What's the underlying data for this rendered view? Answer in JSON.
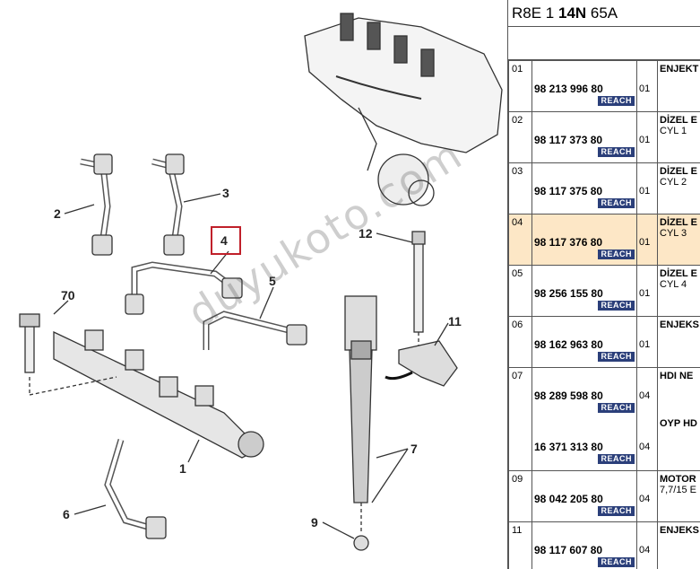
{
  "header": {
    "part1": "R8E 1 ",
    "part2": "14N",
    "part3": " 65A"
  },
  "watermark": "duyukoto.com",
  "diagram_labels": [
    "1",
    "2",
    "3",
    "4",
    "5",
    "6",
    "7",
    "9",
    "11",
    "12",
    "70"
  ],
  "rows": [
    {
      "num": "01",
      "lines": [
        {
          "pn": "98 213 996 80",
          "qty": "01",
          "reach": "REACH"
        }
      ],
      "desc": "ENJEKT",
      "sub": ""
    },
    {
      "num": "02",
      "lines": [
        {
          "pn": "98 117 373 80",
          "qty": "01",
          "reach": "REACH"
        }
      ],
      "desc": "DİZEL E",
      "sub": "CYL 1"
    },
    {
      "num": "03",
      "lines": [
        {
          "pn": "98 117 375 80",
          "qty": "01",
          "reach": "REACH"
        }
      ],
      "desc": "DİZEL E",
      "sub": "CYL 2"
    },
    {
      "num": "04",
      "lines": [
        {
          "pn": "98 117 376 80",
          "qty": "01",
          "reach": "REACH"
        }
      ],
      "desc": "DİZEL E",
      "sub": "CYL 3",
      "highlight": true
    },
    {
      "num": "05",
      "lines": [
        {
          "pn": "98 256 155 80",
          "qty": "01",
          "reach": "REACH"
        }
      ],
      "desc": "DİZEL E",
      "sub": "CYL 4"
    },
    {
      "num": "06",
      "lines": [
        {
          "pn": "98 162 963 80",
          "qty": "01",
          "reach": "REACH"
        }
      ],
      "desc": "ENJEKS",
      "sub": ""
    },
    {
      "num": "07",
      "lines": [
        {
          "pn": "98 289 598 80",
          "qty": "04",
          "reach": "REACH"
        },
        {
          "pn": "16 371 313 80",
          "qty": "04",
          "reach": "REACH"
        }
      ],
      "desc": "HDI NE",
      "sub": "",
      "desc2": "OYP HD"
    },
    {
      "num": "09",
      "lines": [
        {
          "pn": "98 042 205 80",
          "qty": "04",
          "reach": "REACH"
        }
      ],
      "desc": "MOTOR",
      "sub": "7,7/15 E"
    },
    {
      "num": "11",
      "lines": [
        {
          "pn": "98 117 607 80",
          "qty": "04",
          "reach": "REACH"
        }
      ],
      "desc": "ENJEKS",
      "sub": ""
    }
  ]
}
